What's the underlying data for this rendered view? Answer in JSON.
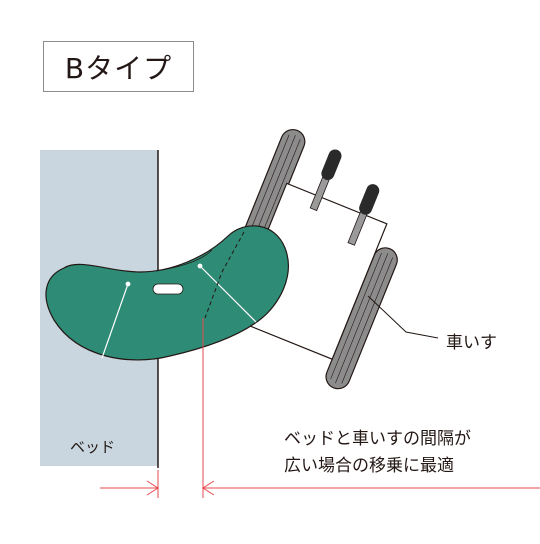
{
  "title": "Bタイプ",
  "labels": {
    "bed": "ベッド",
    "wheelchair": "車いす"
  },
  "caption": {
    "line1": "ベッドと車いすの間隔が",
    "line2": "広い場合の移乗に最適"
  },
  "colors": {
    "bed": "#c9d6df",
    "board": "#2e8b76",
    "accent_line": "#e5484d",
    "outline": "#231815",
    "tire": "#8c8c8c",
    "grip": "#2a2a2a"
  }
}
